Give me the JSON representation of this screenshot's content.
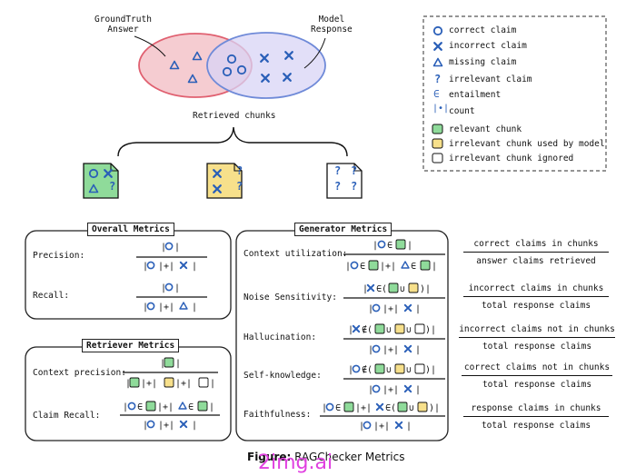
{
  "venn": {
    "left_label": "GroundTruth\nAnswer",
    "right_label": "Model\nResponse",
    "retrieved_label": "Retrieved chunks"
  },
  "legend": {
    "items": [
      {
        "icon": "circle-icon",
        "label": "correct claim"
      },
      {
        "icon": "x-icon",
        "label": "incorrect claim"
      },
      {
        "icon": "triangle-icon",
        "label": "missing claim"
      },
      {
        "icon": "question-icon",
        "label": "irrelevant claim"
      },
      {
        "icon": "element-of-icon",
        "label": "entailment"
      },
      {
        "icon": "count-icon",
        "label": "count"
      },
      {
        "icon": "green-chunk-icon",
        "label": "relevant chunk"
      },
      {
        "icon": "yellow-chunk-icon",
        "label": "irrelevant chunk used by model"
      },
      {
        "icon": "white-chunk-icon",
        "label": "irrelevant chunk ignored"
      }
    ]
  },
  "overall": {
    "title": "Overall Metrics",
    "precision_label": "Precision:",
    "recall_label": "Recall:"
  },
  "retriever": {
    "title": "Retriever Metrics",
    "context_precision_label": "Context precision:",
    "claim_recall_label": "Claim Recall:"
  },
  "generator": {
    "title": "Generator Metrics",
    "context_utilization_label": "Context utilization:",
    "noise_sensitivity_label": "Noise Sensitivity:",
    "hallucination_label": "Hallucination:",
    "self_knowledge_label": "Self-knowledge:",
    "faithfulness_label": "Faithfulness:"
  },
  "explanations": [
    {
      "num": "correct claims in chunks",
      "den": "answer claims retrieved"
    },
    {
      "num": "incorrect claims in chunks",
      "den": "total response claims"
    },
    {
      "num": "incorrect claims not in chunks",
      "den": "total response claims"
    },
    {
      "num": "correct claims not in chunks",
      "den": "total response claims"
    },
    {
      "num": "response claims in chunks",
      "den": "total response claims"
    }
  ],
  "symbols": {
    "in": "∈",
    "not_in": "∉",
    "union": "∪",
    "plus": "+",
    "bar": "|",
    "lparen": "(",
    "rparen": ")",
    "question": "?"
  },
  "caption": {
    "prefix": "Figure:",
    "text": "RAGChecker Metrics"
  },
  "watermark": "2img.ai",
  "colors": {
    "blue": "#2a5fb8",
    "venn_left_fill": "#f4c7cc",
    "venn_left_stroke": "#e06070",
    "venn_right_fill": "#d8d4f6",
    "venn_right_stroke": "#6f8ad8",
    "green": "#8fdb9a",
    "yellow": "#f7e08b"
  }
}
